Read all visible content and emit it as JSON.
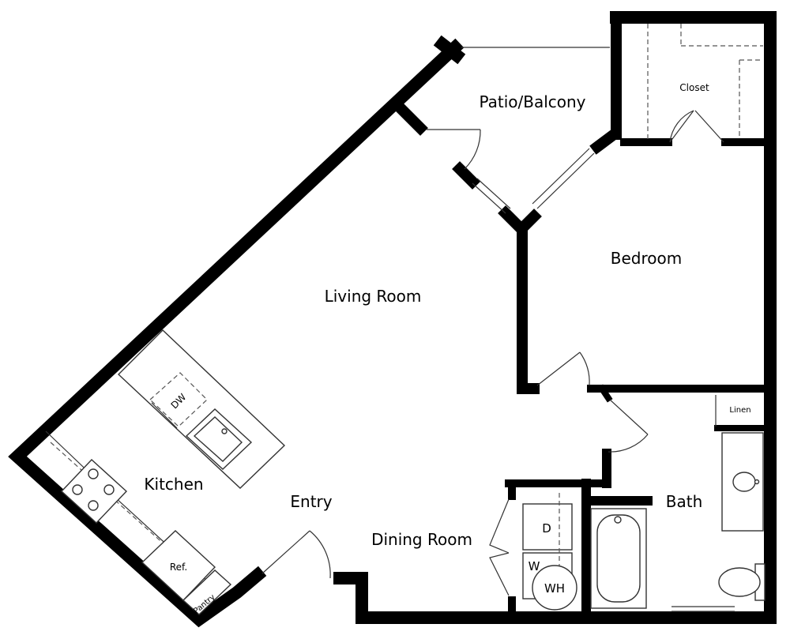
{
  "rooms": {
    "patio": "Patio/Balcony",
    "closet": "Closet",
    "bedroom": "Bedroom",
    "living": "Living Room",
    "linen": "Linen",
    "kitchen": "Kitchen",
    "entry": "Entry",
    "bath": "Bath",
    "dining": "Dining Room",
    "ref": "Ref.",
    "pantry": "Pantry"
  },
  "appliances": {
    "dishwasher": "DW",
    "dryer": "D",
    "washer": "W",
    "water_heater": "WH"
  }
}
